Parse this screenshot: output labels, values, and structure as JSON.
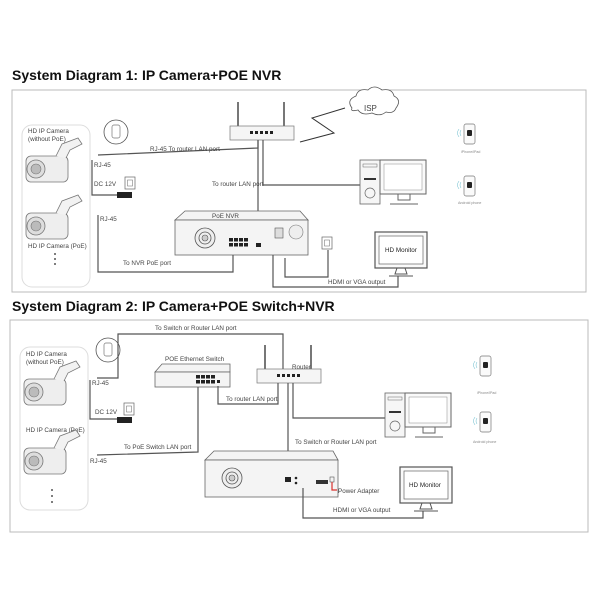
{
  "diagram1": {
    "title": "System Diagram 1: IP Camera+POE NVR",
    "camera_no_poe_line1": "HD IP Camera",
    "camera_no_poe_line2": "(without PoE)",
    "camera_poe": "HD IP Camera (PoE)",
    "rj45_a": "RJ-45",
    "rj45_b": "RJ-45",
    "dc12v": "DC 12V",
    "link_router": "RJ-45 To router LAN port",
    "link_nvr_router": "To router LAN port",
    "link_nvr_poe": "To NVR PoE port",
    "nvr": "PoE NVR",
    "isp": "ISP",
    "monitor": "HD Monitor",
    "hdmi": "HDMI or VGA output",
    "iphone": "iPhone/iPad",
    "android": "Android phone"
  },
  "diagram2": {
    "title": "System Diagram 2: IP Camera+POE Switch+NVR",
    "camera_no_poe_line1": "HD IP Camera",
    "camera_no_poe_line2": "(without PoE)",
    "camera_poe": "HD IP Camera (PoE)",
    "rj45_a": "RJ-45",
    "rj45_b": "RJ-45",
    "dc12v": "DC 12V",
    "link_switch_router": "To Switch or Router LAN port",
    "switch": "POE Ethernet Switch",
    "router": "Router",
    "link_switch_to_router": "To router LAN port",
    "link_poe_switch": "To PoE Switch LAN port",
    "link_nvr": "To Switch or Router LAN port",
    "power_adapter": "Power Adapter",
    "monitor": "HD Monitor",
    "hdmi": "HDMI or VGA output",
    "iphone": "iPhone/iPad",
    "android": "Android phone"
  },
  "colors": {
    "power_wire": "#d9302c",
    "wire": "#555555"
  }
}
